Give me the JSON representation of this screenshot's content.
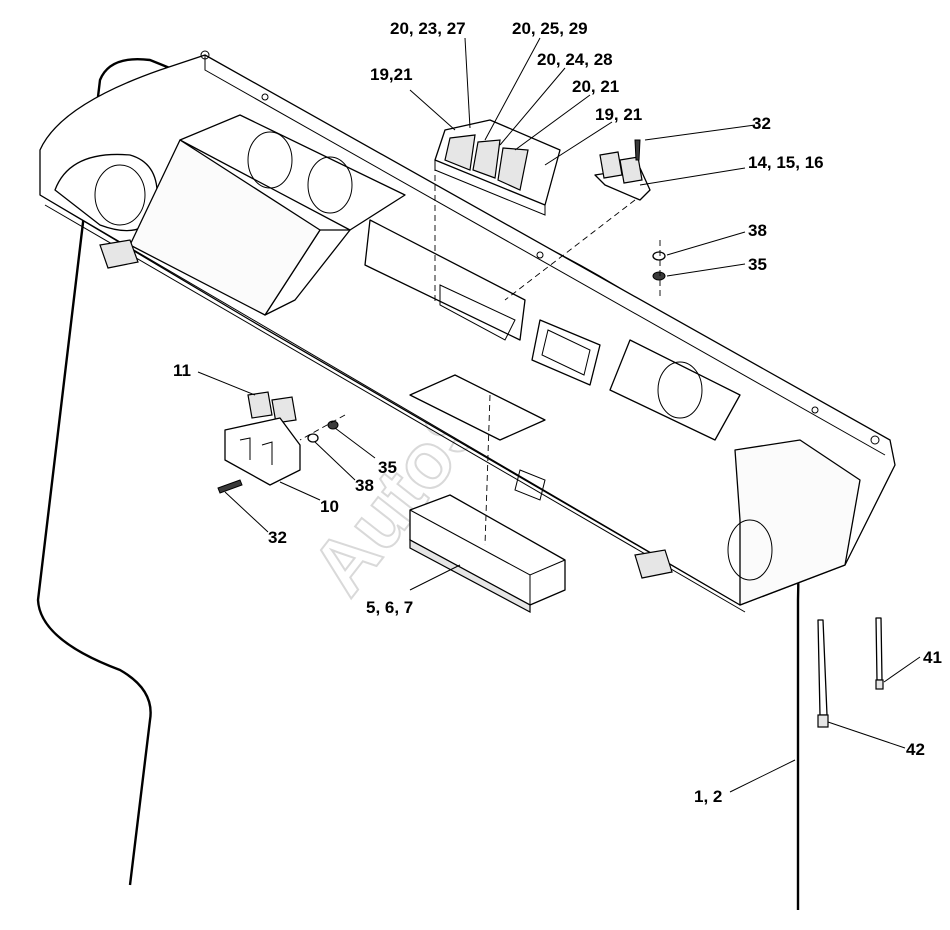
{
  "watermark": "AutoSoft",
  "callouts": {
    "c_20_23_27": "20, 23, 27",
    "c_20_25_29": "20, 25, 29",
    "c_20_24_28": "20, 24, 28",
    "c_20_21": "20, 21",
    "c_19_21_left": "19,21",
    "c_19_21_right": "19, 21",
    "c_32_top": "32",
    "c_14_15_16": "14, 15, 16",
    "c_38_top": "38",
    "c_35_top": "35",
    "c_11": "11",
    "c_35_mid": "35",
    "c_38_mid": "38",
    "c_10": "10",
    "c_32_bottom": "32",
    "c_5_6_7": "5, 6, 7",
    "c_41": "41",
    "c_42": "42",
    "c_1_2": "1, 2"
  },
  "colors": {
    "line": "#000000",
    "watermark": "#d9d9d9",
    "background": "#ffffff"
  }
}
